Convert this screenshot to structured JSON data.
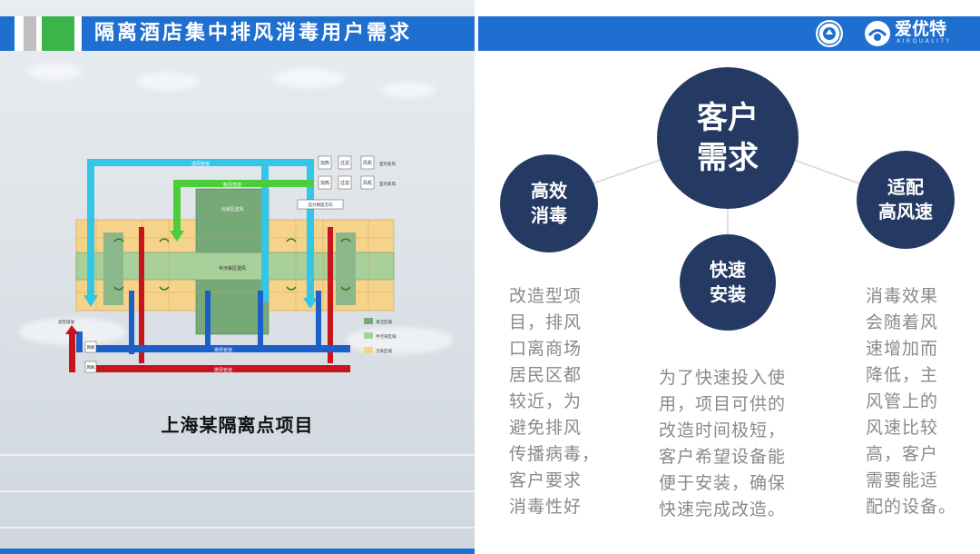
{
  "header": {
    "title": "隔离酒店集中排风消毒用户需求"
  },
  "brand": {
    "name": "爱优特",
    "sub": "AIRQUALITY"
  },
  "diagram": {
    "labels": {
      "top_pipe": "送风管道",
      "green_pipe": "新风管道",
      "bottom_blue": "排风管道",
      "bottom_red": "排风管道",
      "center_vertical": "污染区送风",
      "center_horizontal": "半污染区送风",
      "box1": "加热",
      "box2": "过滤",
      "box3": "风机",
      "box4": "加热",
      "box5": "过滤",
      "box6": "风机",
      "box7": "风机",
      "box8": "风机",
      "outdoor": "室外新风",
      "exhaust_out": "高空排放",
      "pressure": "压力梯度方向",
      "legend1": "清洁区域",
      "legend2": "半污染区域",
      "legend3": "污染区域"
    }
  },
  "caption": "上海某隔离点项目",
  "hub": {
    "label": "客户\n需求"
  },
  "needs": [
    {
      "label": "高效\n消毒",
      "desc": "改造型项\n目，排风\n口离商场\n居民区都\n较近，为\n避免排风\n传播病毒，\n客户要求\n消毒性好"
    },
    {
      "label": "快速\n安装",
      "desc": "为了快速投入使\n用，项目可供的\n改造时间极短，\n客户希望设备能\n便于安装，确保\n快速完成改造。"
    },
    {
      "label": "适配\n高风速",
      "desc": "消毒效果\n会随着风\n速增加而\n降低，主\n风管上的\n风速比较\n高，客户\n需要能适\n配的设备。"
    }
  ],
  "colors": {
    "header_blue": "#1e6fd0",
    "circle_navy": "#253a63",
    "accent_green": "#3bb44a",
    "desc_gray": "#8a8a8a"
  }
}
